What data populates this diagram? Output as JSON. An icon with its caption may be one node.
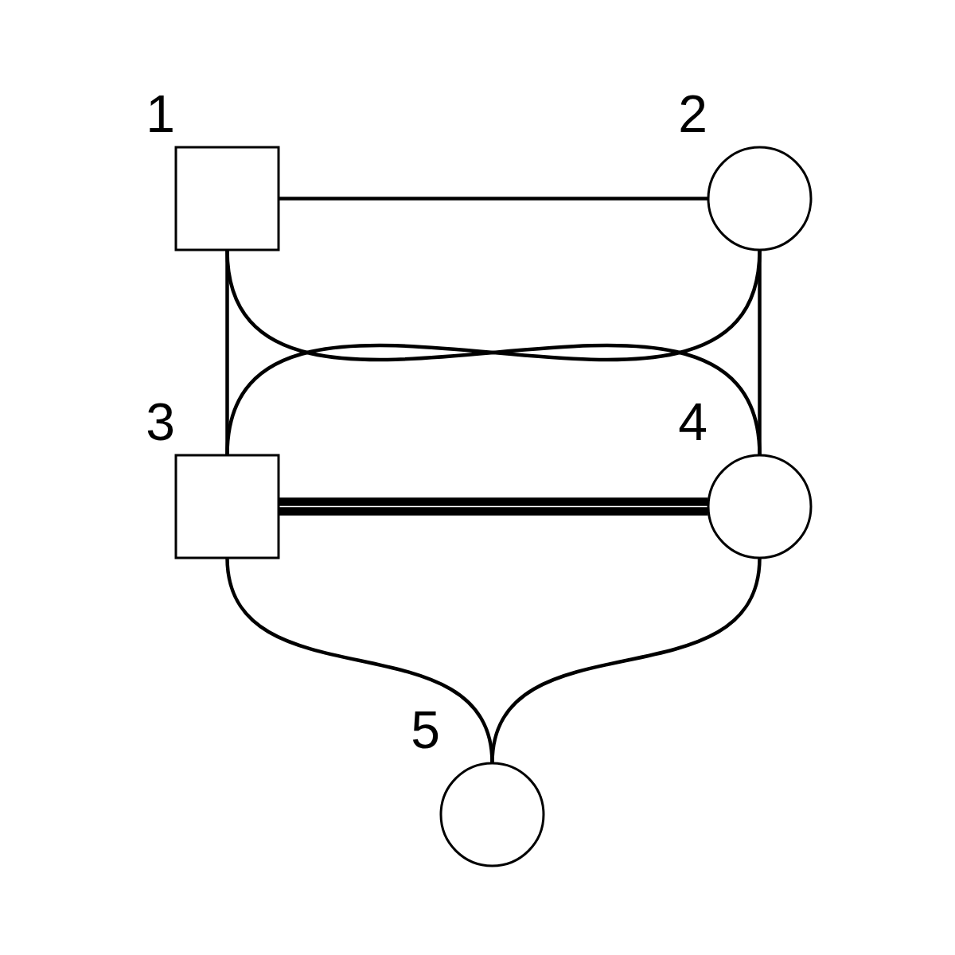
{
  "diagram": {
    "nodes": [
      {
        "text": [],
        "shape": "box",
        "beside": [
          "1"
        ]
      },
      {
        "text": [],
        "shape": "circle",
        "beside": [
          "2"
        ]
      },
      {
        "text": [],
        "shape": "box",
        "beside": [
          "3"
        ]
      },
      {
        "text": [],
        "shape": "circle",
        "beside": [
          "4"
        ]
      },
      {
        "text": [],
        "shape": "circle",
        "beside": [
          "5"
        ]
      }
    ],
    "edges": [
      {
        "from": 0,
        "to": 1,
        "arrow": "none"
      },
      {
        "from": 0,
        "to": 2,
        "arrow": "none"
      },
      {
        "from": 0,
        "to": 3,
        "arrow": "none"
      },
      {
        "from": 1,
        "to": 2,
        "arrow": "none"
      },
      {
        "from": 1,
        "to": 3,
        "arrow": "none"
      },
      {
        "from": 2,
        "to": 3,
        "arrow": "none",
        "style": "thick"
      },
      {
        "from": 2,
        "to": 4,
        "arrow": "none"
      },
      {
        "from": 3,
        "to": 4,
        "arrow": "none"
      }
    ]
  }
}
